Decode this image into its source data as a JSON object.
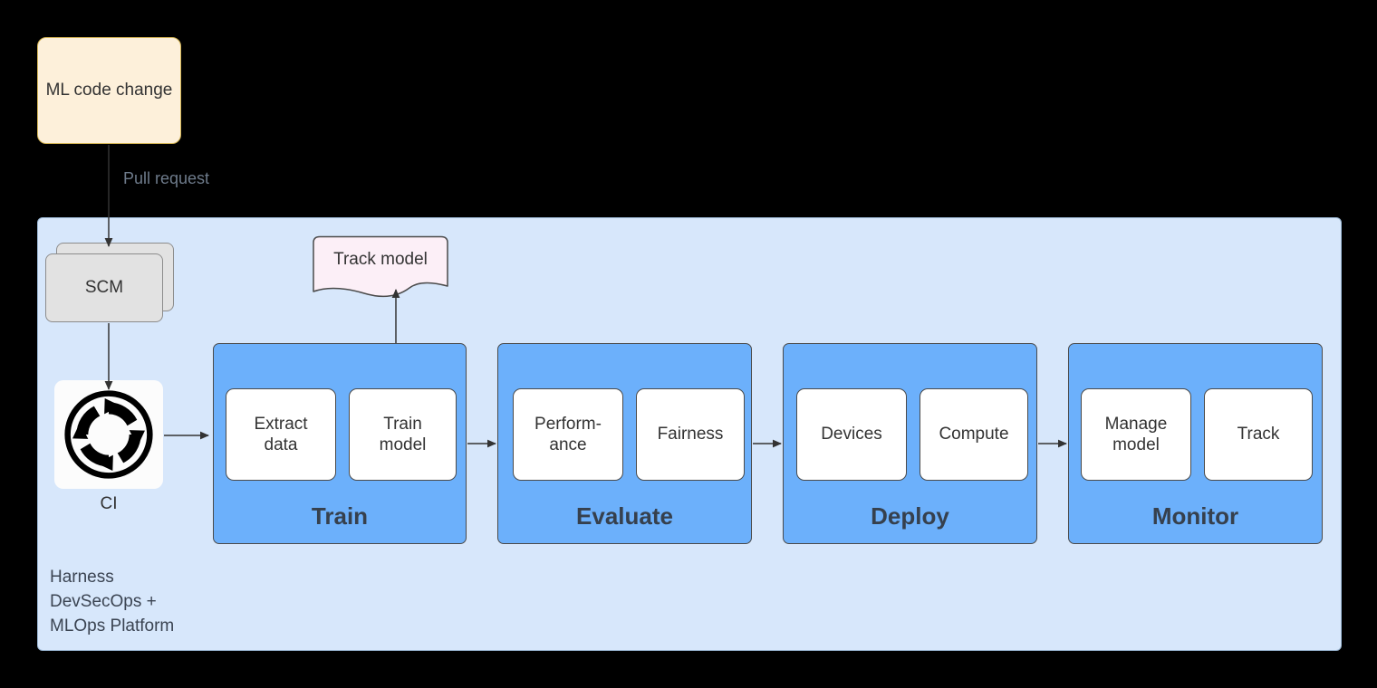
{
  "colors": {
    "background": "#000000",
    "platform_fill": "#D7E7FB",
    "platform_border": "#9BB7D4",
    "stage_fill": "#6CB0FB",
    "stage_border": "#4A4A4A",
    "substep_fill": "#FFFFFF",
    "ml_box_fill": "#FDF0DA",
    "ml_box_border": "#D6B656",
    "scm_fill": "#E2E2E2",
    "scm_border": "#8C8C8C",
    "trackmodel_fill": "#FCEFF7",
    "trackmodel_border": "#4A4A4A",
    "edge_stroke": "#333333",
    "edge_label_text": "#6E7B8B",
    "text_dark": "#333333"
  },
  "source": {
    "label": "ML code change"
  },
  "edges": {
    "pull_request_label": "Pull request"
  },
  "platform": {
    "label": "Harness\nDevSecOps +\nMLOps Platform"
  },
  "scm": {
    "label": "SCM"
  },
  "ci": {
    "icon": "continuous-integration-cycle-icon",
    "caption": "CI"
  },
  "artifact": {
    "label": "Track model",
    "shape": "document"
  },
  "stages": [
    {
      "title": "Train",
      "steps": [
        "Extract\ndata",
        "Train\nmodel"
      ]
    },
    {
      "title": "Evaluate",
      "steps": [
        "Perform-\nance",
        "Fairness"
      ]
    },
    {
      "title": "Deploy",
      "steps": [
        "Devices",
        "Compute"
      ]
    },
    {
      "title": "Monitor",
      "steps": [
        "Manage\nmodel",
        "Track"
      ]
    }
  ]
}
